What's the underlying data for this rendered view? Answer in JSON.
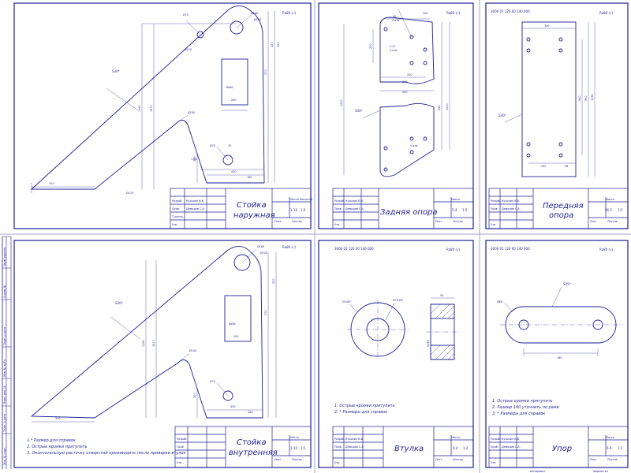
{
  "sheets": {
    "outer_post": {
      "title_line1": "Стойка",
      "title_line2": "наружная",
      "mass": "1:10",
      "scale": "1:5",
      "thickness": "S30*",
      "corner_label": "Ra80 (√)"
    },
    "rear_support": {
      "title": "Задняя опора",
      "mass": "5.4",
      "scale": "1:5",
      "thickness": "S30*",
      "corner_label": "Ra80 (√)"
    },
    "front_support": {
      "title_line1": "Передняя",
      "title_line2": "опора",
      "mass": "66.5",
      "scale": "1:5",
      "thickness": "S30*",
      "code": "3000 01 120 00 140 600",
      "corner_label": "Ra80 (√)"
    },
    "inner_post": {
      "title_line1": "Стойка",
      "title_line2": "внутренняя",
      "mass": "1:10",
      "scale": "1:5",
      "thickness": "S30*",
      "corner_label": "Ra80 (√)",
      "notes": [
        "1.* Размер для справок",
        "2. Острые кромки притупить",
        "3. Окончательную расточку отверстий производить после приварки втулок"
      ]
    },
    "bushing": {
      "title": "Втулка",
      "mass": "6.4",
      "scale": "1:2",
      "code": "3000 01 120 00 140 600",
      "corner_label": "Ra80 (√)",
      "notes": [
        "1. Острые кромки притупить",
        "2. * Размеры для справок"
      ]
    },
    "stop": {
      "title": "Упор",
      "mass": "6.9",
      "scale": "1:2",
      "thickness": "S35*",
      "code": "3000 01 120 00 140 600",
      "corner_label": "Ra80 (√)",
      "notes": [
        "1. Острые кромки притупить",
        "2. Размер 160 уточнить по раме",
        "3. * Размеры для справок"
      ]
    }
  },
  "title_block": {
    "developer_label": "Разраб.",
    "developer": "Кузьмин В.В.",
    "checker_label": "Пров.",
    "checker": "Демидов С.А.",
    "tcontrol_label": "Т.контр.",
    "ncontrol_label": "Н.контр.",
    "approved_label": "Утв.",
    "mass_label": "Масса",
    "scale_label": "Масштаб",
    "sheet_label": "Лист",
    "sheets_label": "Листов"
  },
  "dimensions": {
    "outer": [
      "Ø70",
      "Ø160",
      "Ø120",
      "Ø110",
      "1160",
      "1510",
      "Ra80",
      "200",
      "270",
      "220",
      "300",
      "Ø100",
      "320",
      "Ø70",
      "70",
      "1.20",
      "430",
      "160",
      "310",
      "Ø170"
    ],
    "rear": [
      "200",
      "40",
      "4 отв.",
      "2.27",
      "4 отв.",
      "200",
      "310",
      "310",
      "1200",
      "540",
      "1020",
      "540",
      "4 отв."
    ],
    "front": [
      "350",
      "940",
      "990",
      "1036",
      "200",
      "96"
    ],
    "bushing": [
      "Ø140*",
      "Ø70 Н9",
      "Ra80",
      "50"
    ],
    "stop": [
      "Ø80",
      "160"
    ]
  },
  "border_labels": [
    "Перв. примен.",
    "Справ. №",
    "Подп. и дата",
    "Инв. № дубл.",
    "Взам. инв. №",
    "Подп. и дата",
    "Инв. № подл."
  ],
  "footer": {
    "copied": "Копировал",
    "format": "Формат А1"
  }
}
